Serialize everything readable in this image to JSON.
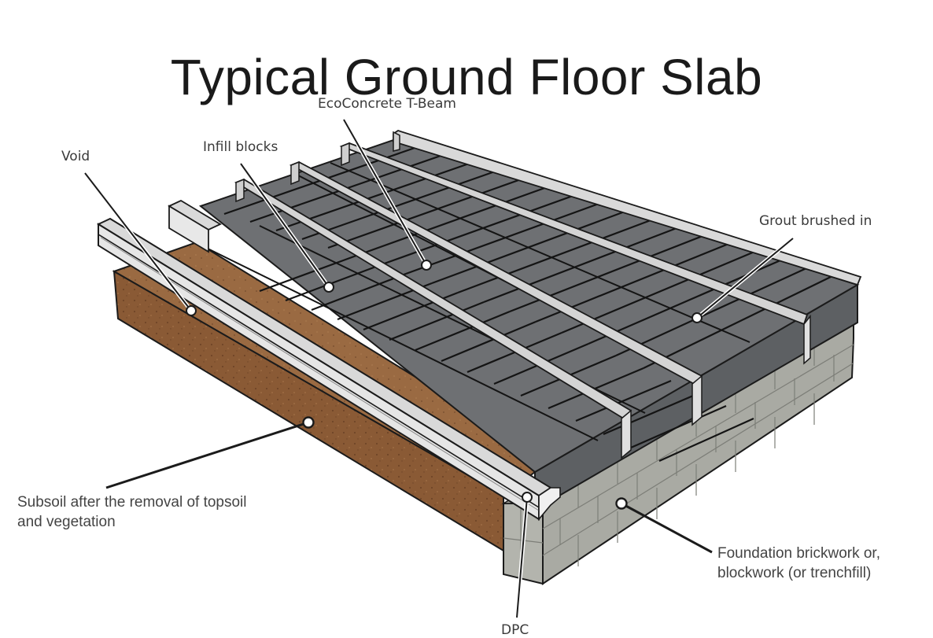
{
  "title": "Typical Ground Floor Slab",
  "labels": {
    "ecoconcrete_tbeam": "EcoConcrete T-Beam",
    "void": "Void",
    "infill_blocks": "Infill blocks",
    "grout_brushed_in": "Grout brushed in",
    "subsoil_line1": "Subsoil after the removal of topsoil",
    "subsoil_line2": "and vegetation",
    "foundation_line1": "Foundation brickwork or,",
    "foundation_line2": "blockwork (or trenchfill)",
    "dpc": "DPC"
  },
  "colors": {
    "background": "#ffffff",
    "infill_block": "#6e7073",
    "infill_block_side": "#5d6063",
    "beam": "#d9d9d9",
    "beam_shadow": "#b4b4b4",
    "subsoil": "#8a5a35",
    "subsoil_top": "#9a6a42",
    "foundation": "#a9aaa3",
    "foundation_top": "#9c9d96",
    "outline": "#1b1b1b",
    "leader": "#1b1b1b"
  },
  "callouts": [
    {
      "id": "ecoconcrete-tbeam",
      "label_ref": "ecoconcrete_tbeam",
      "target": [
        542,
        337
      ]
    },
    {
      "id": "void",
      "label_ref": "void",
      "target": [
        243,
        395
      ]
    },
    {
      "id": "infill-blocks",
      "label_ref": "infill_blocks",
      "target": [
        418,
        365
      ]
    },
    {
      "id": "grout-brushed-in",
      "label_ref": "grout_brushed_in",
      "target": [
        886,
        404
      ]
    },
    {
      "id": "subsoil",
      "label_ref": "subsoil_line1",
      "target": [
        392,
        537
      ]
    },
    {
      "id": "foundation",
      "label_ref": "foundation_line1",
      "target": [
        790,
        640
      ]
    },
    {
      "id": "dpc",
      "label_ref": "dpc",
      "target": [
        670,
        630
      ]
    }
  ]
}
